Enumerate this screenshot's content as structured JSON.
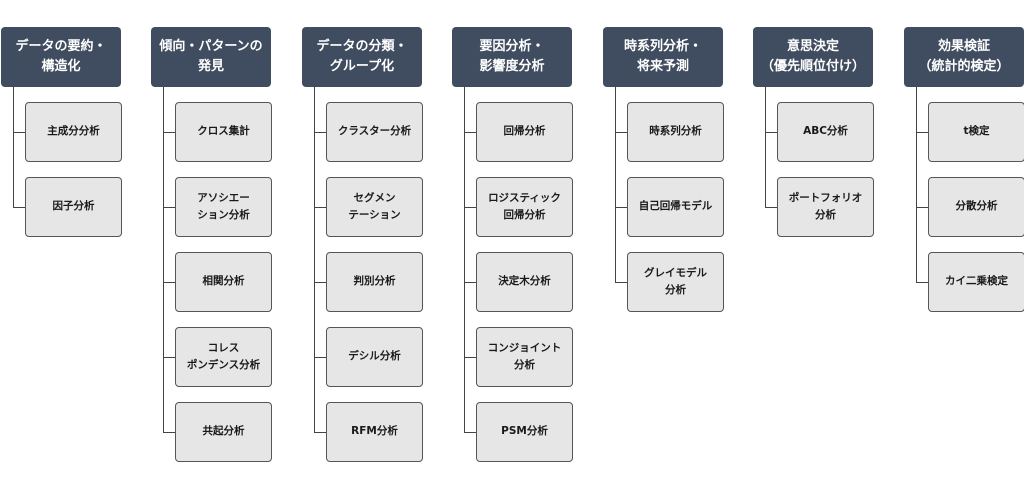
{
  "columns": [
    {
      "title": "データの要約・\n構造化",
      "items": [
        "主成分分析",
        "因子分析"
      ]
    },
    {
      "title": "傾向・パターンの\n発見",
      "items": [
        "クロス集計",
        "アソシエー\nション分析",
        "相関分析",
        "コレス\nポンデンス分析",
        "共起分析"
      ]
    },
    {
      "title": "データの分類・\nグループ化",
      "items": [
        "クラスター分析",
        "セグメン\nテーション",
        "判別分析",
        "デシル分析",
        "RFM分析"
      ]
    },
    {
      "title": "要因分析・\n影響度分析",
      "items": [
        "回帰分析",
        "ロジスティック\n回帰分析",
        "決定木分析",
        "コンジョイント\n分析",
        "PSM分析"
      ]
    },
    {
      "title": "時系列分析・\n将来予測",
      "items": [
        "時系列分析",
        "自己回帰モデル",
        "グレイモデル\n分析"
      ]
    },
    {
      "title": "意思決定\n（優先順位付け）",
      "items": [
        "ABC分析",
        "ポートフォリオ\n分析"
      ]
    },
    {
      "title": "効果検証\n（統計的検定）",
      "items": [
        "t検定",
        "分散分析",
        "カイ二乗検定"
      ]
    }
  ],
  "colors": {
    "header_bg": "#404c5f",
    "item_bg": "#e6e6e6",
    "line": "#444444"
  }
}
